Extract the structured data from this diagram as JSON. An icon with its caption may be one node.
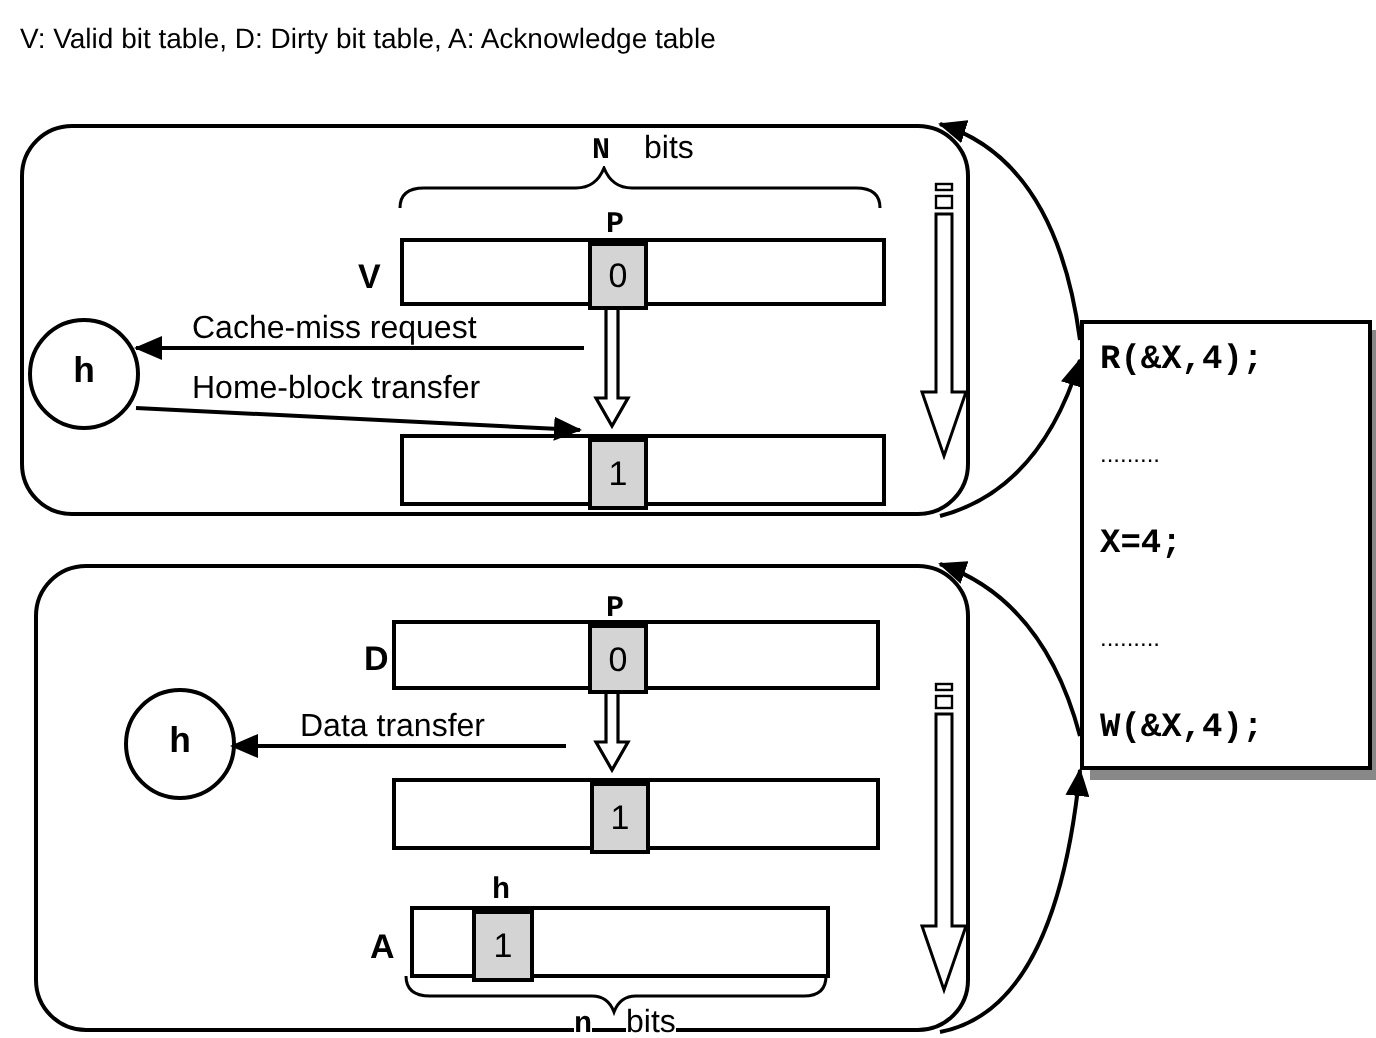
{
  "diagram": {
    "nodes": [
      {
        "text": [],
        "shape": "box"
      },
      {
        "text": [
          "h"
        ],
        "in": 0
      },
      {
        "text": [],
        "shape": "bar",
        "in": 0,
        "beside": [
          "V"
        ]
      },
      {
        "text": [
          "0"
        ],
        "in": 2,
        "beside": [
          "P"
        ]
      },
      {
        "text": [],
        "shape": "bar",
        "in": 0
      },
      {
        "text": [
          "1"
        ],
        "in": 4
      },
      {
        "text": [],
        "shape": "box"
      },
      {
        "text": [
          "h"
        ],
        "in": 6
      },
      {
        "text": [],
        "shape": "bar",
        "in": 6,
        "beside": [
          "D"
        ]
      },
      {
        "text": [
          "0"
        ],
        "in": 8,
        "beside": [
          "P"
        ]
      },
      {
        "text": [],
        "shape": "bar",
        "in": 6
      },
      {
        "text": [
          "1"
        ],
        "in": 10
      },
      {
        "text": [],
        "shape": "bar",
        "in": 6,
        "beside": [
          "A"
        ]
      },
      {
        "text": [
          "1"
        ],
        "in": 12,
        "beside": [
          "h"
        ]
      },
      {
        "text": [
          "R(&X,4);",
          ".........",
          "X=4;",
          ".........",
          "W(&X,4);"
        ]
      }
    ],
    "edges": [
      {
        "from": null,
        "to": 1,
        "arrow": "to",
        "label": "Cache-miss request"
      },
      {
        "from": 1,
        "to": 5,
        "arrow": "to",
        "label": "Home-block transfer"
      },
      {
        "from": 3,
        "to": 5,
        "arrow": "to"
      },
      {
        "from": 14,
        "to": 0,
        "arrow": "to"
      },
      {
        "from": 0,
        "to": 14,
        "arrow": "to"
      },
      {
        "from": null,
        "to": 7,
        "arrow": "to",
        "label": "Data transfer"
      },
      {
        "from": 9,
        "to": 11,
        "arrow": "to"
      },
      {
        "from": 14,
        "to": 6,
        "arrow": "to"
      },
      {
        "from": 6,
        "to": 14,
        "arrow": "to"
      }
    ],
    "labels": [
      "V: Valid bit table, D: Dirty bit table, A: Acknowledge table",
      "N",
      "bits",
      "n",
      "bits"
    ]
  }
}
